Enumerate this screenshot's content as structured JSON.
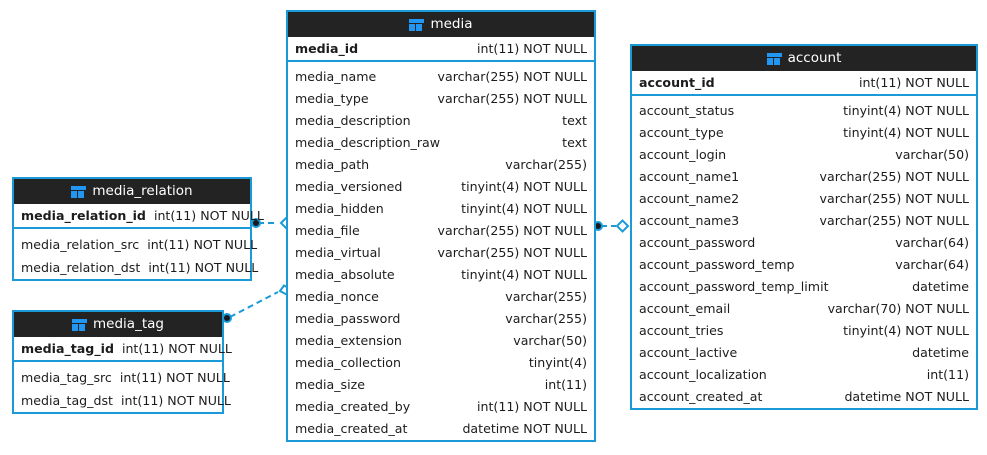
{
  "diagram": {
    "title": "database-er-diagram",
    "accent_color": "#1a9ad7",
    "header_bg": "#232323",
    "header_fg": "#ffffff",
    "background": "#ffffff",
    "icon_name": "table-icon"
  },
  "entities": {
    "media": {
      "name": "media",
      "pk": {
        "name": "media_id",
        "type": "int(11) NOT NULL"
      },
      "columns": [
        {
          "name": "media_name",
          "type": "varchar(255) NOT NULL"
        },
        {
          "name": "media_type",
          "type": "varchar(255) NOT NULL"
        },
        {
          "name": "media_description",
          "type": "text"
        },
        {
          "name": "media_description_raw",
          "type": "text"
        },
        {
          "name": "media_path",
          "type": "varchar(255)"
        },
        {
          "name": "media_versioned",
          "type": "tinyint(4) NOT NULL"
        },
        {
          "name": "media_hidden",
          "type": "tinyint(4) NOT NULL"
        },
        {
          "name": "media_file",
          "type": "varchar(255) NOT NULL"
        },
        {
          "name": "media_virtual",
          "type": "varchar(255) NOT NULL"
        },
        {
          "name": "media_absolute",
          "type": "tinyint(4) NOT NULL"
        },
        {
          "name": "media_nonce",
          "type": "varchar(255)"
        },
        {
          "name": "media_password",
          "type": "varchar(255)"
        },
        {
          "name": "media_extension",
          "type": "varchar(50)"
        },
        {
          "name": "media_collection",
          "type": "tinyint(4)"
        },
        {
          "name": "media_size",
          "type": "int(11)"
        },
        {
          "name": "media_created_by",
          "type": "int(11) NOT NULL"
        },
        {
          "name": "media_created_at",
          "type": "datetime NOT NULL"
        }
      ]
    },
    "account": {
      "name": "account",
      "pk": {
        "name": "account_id",
        "type": "int(11) NOT NULL"
      },
      "columns": [
        {
          "name": "account_status",
          "type": "tinyint(4) NOT NULL"
        },
        {
          "name": "account_type",
          "type": "tinyint(4) NOT NULL"
        },
        {
          "name": "account_login",
          "type": "varchar(50)"
        },
        {
          "name": "account_name1",
          "type": "varchar(255) NOT NULL"
        },
        {
          "name": "account_name2",
          "type": "varchar(255) NOT NULL"
        },
        {
          "name": "account_name3",
          "type": "varchar(255) NOT NULL"
        },
        {
          "name": "account_password",
          "type": "varchar(64)"
        },
        {
          "name": "account_password_temp",
          "type": "varchar(64)"
        },
        {
          "name": "account_password_temp_limit",
          "type": "datetime"
        },
        {
          "name": "account_email",
          "type": "varchar(70) NOT NULL"
        },
        {
          "name": "account_tries",
          "type": "tinyint(4) NOT NULL"
        },
        {
          "name": "account_lactive",
          "type": "datetime"
        },
        {
          "name": "account_localization",
          "type": "int(11)"
        },
        {
          "name": "account_created_at",
          "type": "datetime NOT NULL"
        }
      ]
    },
    "media_relation": {
      "name": "media_relation",
      "pk": {
        "name": "media_relation_id",
        "type": "int(11) NOT NULL"
      },
      "columns": [
        {
          "name": "media_relation_src",
          "type": "int(11) NOT NULL"
        },
        {
          "name": "media_relation_dst",
          "type": "int(11) NOT NULL"
        }
      ]
    },
    "media_tag": {
      "name": "media_tag",
      "pk": {
        "name": "media_tag_id",
        "type": "int(11) NOT NULL"
      },
      "columns": [
        {
          "name": "media_tag_src",
          "type": "int(11) NOT NULL"
        },
        {
          "name": "media_tag_dst",
          "type": "int(11) NOT NULL"
        }
      ]
    }
  },
  "relationships": [
    {
      "from": "media_relation",
      "to": "media",
      "style": "dashed",
      "from_marker": "filled-circle",
      "to_marker": "open-diamond"
    },
    {
      "from": "media_tag",
      "to": "media",
      "style": "dashed",
      "from_marker": "filled-circle",
      "to_marker": "open-diamond"
    },
    {
      "from": "media",
      "to": "account",
      "style": "dashed",
      "from_marker": "filled-circle",
      "to_marker": "open-diamond"
    }
  ]
}
